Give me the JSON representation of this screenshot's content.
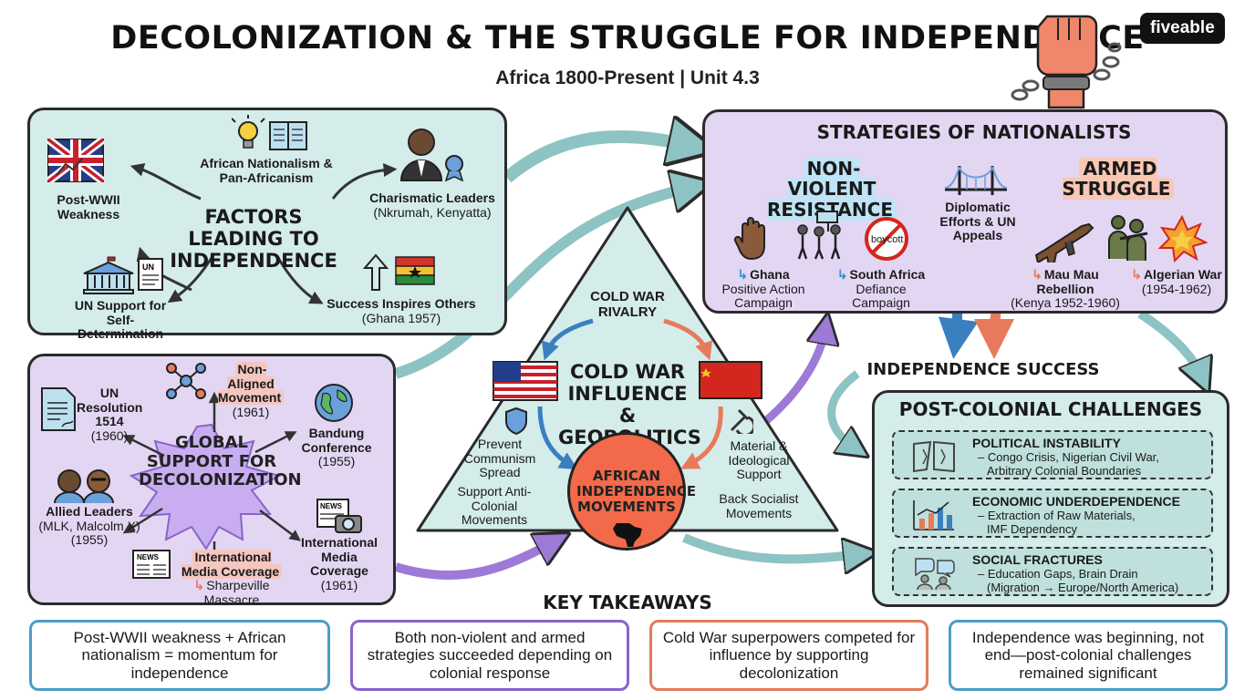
{
  "header": {
    "title": "DECOLONIZATION & THE STRUGGLE FOR INDEPENDENCE",
    "subtitle": "Africa 1800-Present | Unit 4.3",
    "logo": "fiveable"
  },
  "factors": {
    "center": "FACTORS LEADING TO INDEPENDENCE",
    "items": [
      {
        "label": "Post-WWII Weakness"
      },
      {
        "label": "African Nationalism & Pan-Africanism"
      },
      {
        "label": "Charismatic Leaders",
        "detail": "(Nkrumah, Kenyatta)"
      },
      {
        "label": "UN Support for Self-Determination"
      },
      {
        "label": "Success Inspires Others",
        "detail": "(Ghana 1957)"
      }
    ]
  },
  "global": {
    "center": "GLOBAL SUPPORT FOR DECOLONIZATION",
    "un_resolution": {
      "label": "UN Resolution 1514",
      "year": "(1960)"
    },
    "non_aligned": {
      "label": "Non-Aligned Movement",
      "year": "(1961)"
    },
    "bandung": {
      "label": "Bandung Conference",
      "year": "(1955)"
    },
    "allied_leaders": {
      "label": "Allied Leaders",
      "detail": "(MLK, Malcolm X)",
      "year": "(1955)"
    },
    "media_left": {
      "label": "International Media Coverage",
      "detail": "Sharpeville Massacre"
    },
    "media_right": {
      "label": "International Media Coverage",
      "year": "(1961)"
    },
    "icon_un_text": "UN",
    "icon_news_text": "NEWS"
  },
  "cold_war": {
    "top": "COLD WAR RIVALRY",
    "center": "COLD WAR INFLUENCE & GEOPOLITICS",
    "left_top": "Prevent Communism Spread",
    "left_bottom": "Support Anti-Colonial Movements",
    "right_top": "Material & Ideological Support",
    "right_bottom": "Back Socialist Movements",
    "core": "AFRICAN INDEPENDENCE MOVEMENTS"
  },
  "strategies": {
    "title": "STRATEGIES OF NATIONALISTS",
    "nonviolent": "NON-VIOLENT RESISTANCE",
    "armed": "ARMED STRUGGLE",
    "diplomatic": "Diplomatic Efforts & UN Appeals",
    "boycott": "boycott",
    "ghana": {
      "label": "Ghana",
      "detail": "Positive Action Campaign"
    },
    "south_africa": {
      "label": "South Africa",
      "detail": "Defiance Campaign"
    },
    "mau_mau": {
      "label": "Mau Mau Rebellion",
      "detail": "(Kenya 1952-1960)"
    },
    "algeria": {
      "label": "Algerian War",
      "detail": "(1954-1962)"
    }
  },
  "independence_success": "INDEPENDENCE SUCCESS",
  "post_colonial": {
    "title": "POST-COLONIAL CHALLENGES",
    "items": [
      {
        "title": "POLITICAL INSTABILITY",
        "line1": "– Congo Crisis, Nigerian Civil War,",
        "line2": "Arbitrary Colonial Boundaries"
      },
      {
        "title": "ECONOMIC UNDERDEPENDENCE",
        "line1": "– Extraction of Raw Materials,",
        "line2": "IMF Dependency"
      },
      {
        "title": "SOCIAL FRACTURES",
        "line1": "– Education Gaps, Brain Drain",
        "line2": "(Migration → Europe/North America)"
      }
    ]
  },
  "takeaways": {
    "title": "KEY TAKEAWAYS",
    "items": [
      "Post-WWII weakness + African nationalism = momentum for independence",
      "Both non-violent and armed strategies succeeded depending on colonial response",
      "Cold War superpowers competed for influence by supporting decolonization",
      "Independence was beginning, not end—post-colonial challenges remained significant"
    ]
  },
  "colors": {
    "teal_panel": "#d4ecea",
    "purple_panel": "#e3d6f3",
    "orange_core": "#f26a4a",
    "blue_arrow": "#3a7fc0",
    "salmon_arrow": "#e87a5c",
    "teal_arrow": "#7fb8b8",
    "purple_arrow": "#9c7ad6"
  }
}
